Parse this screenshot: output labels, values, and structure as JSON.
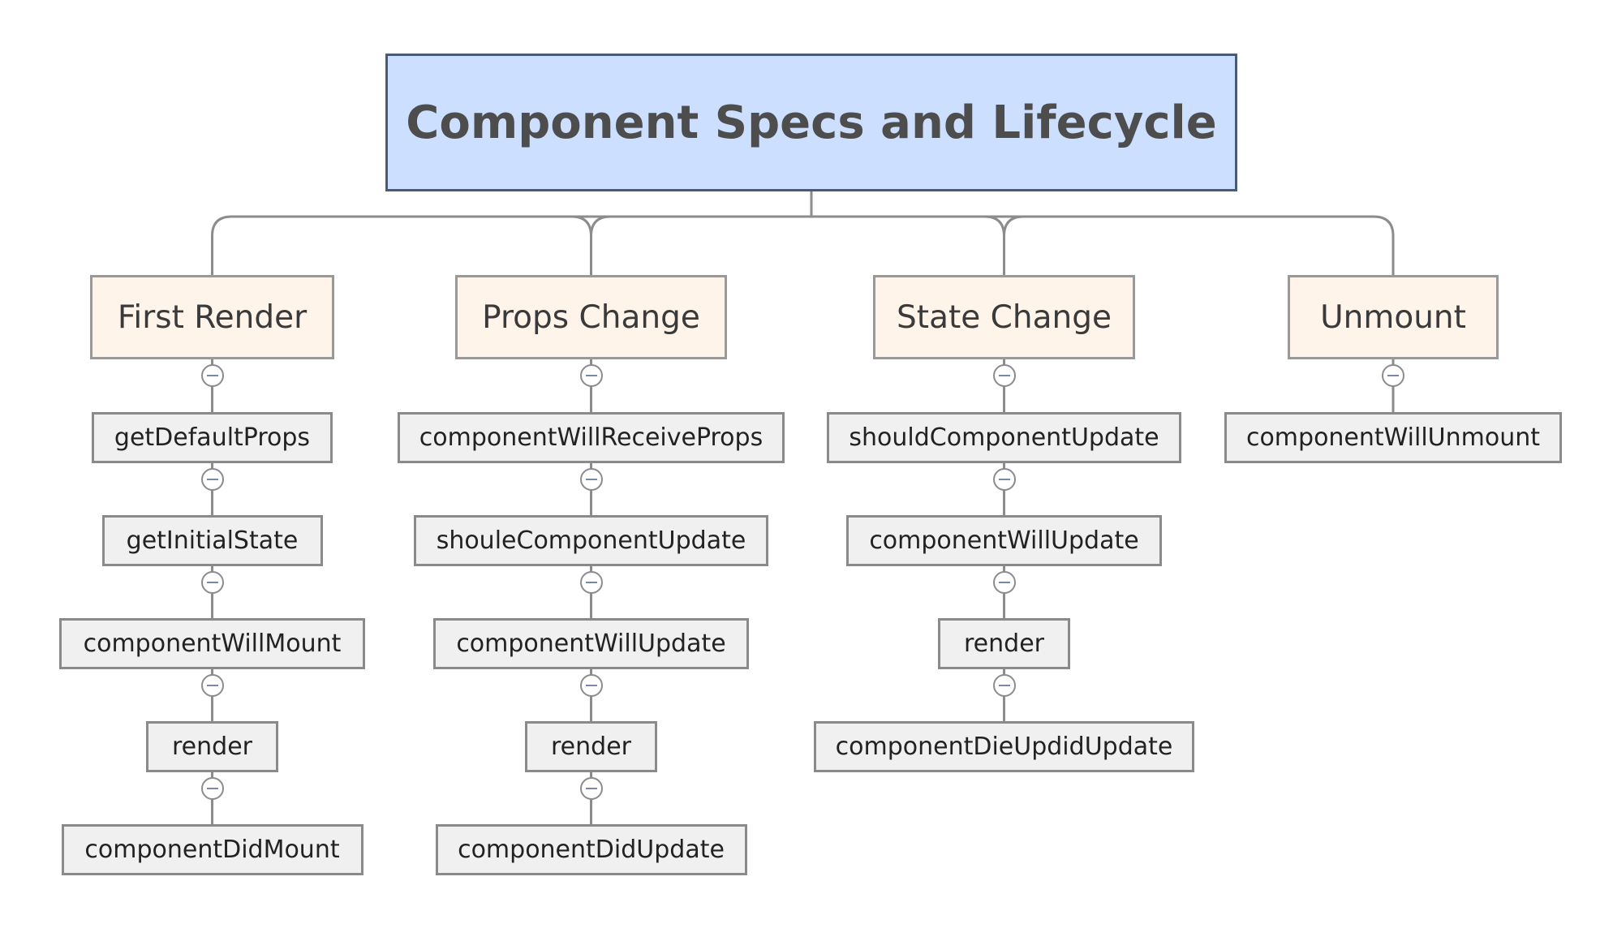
{
  "title": "Component Specs and Lifecycle",
  "branches": [
    {
      "label": "First Render",
      "methods": [
        "getDefaultProps",
        "getInitialState",
        "componentWillMount",
        "render",
        "componentDidMount"
      ]
    },
    {
      "label": "Props Change",
      "methods": [
        "componentWillReceiveProps",
        "shouleComponentUpdate",
        "componentWillUpdate",
        "render",
        "componentDidUpdate"
      ]
    },
    {
      "label": "State Change",
      "methods": [
        "shouldComponentUpdate",
        "componentWillUpdate",
        "render",
        "componentDieUpdidUpdate"
      ]
    },
    {
      "label": "Unmount",
      "methods": [
        "componentWillUnmount"
      ]
    }
  ],
  "colors": {
    "root_fill": "#cddfff",
    "root_border": "#4a5a7a",
    "category_fill": "#fff4ea",
    "method_fill": "#f0f0f0",
    "connector": "#8c8c8c"
  },
  "icons": {
    "toggle": "collapse-minus-icon"
  }
}
